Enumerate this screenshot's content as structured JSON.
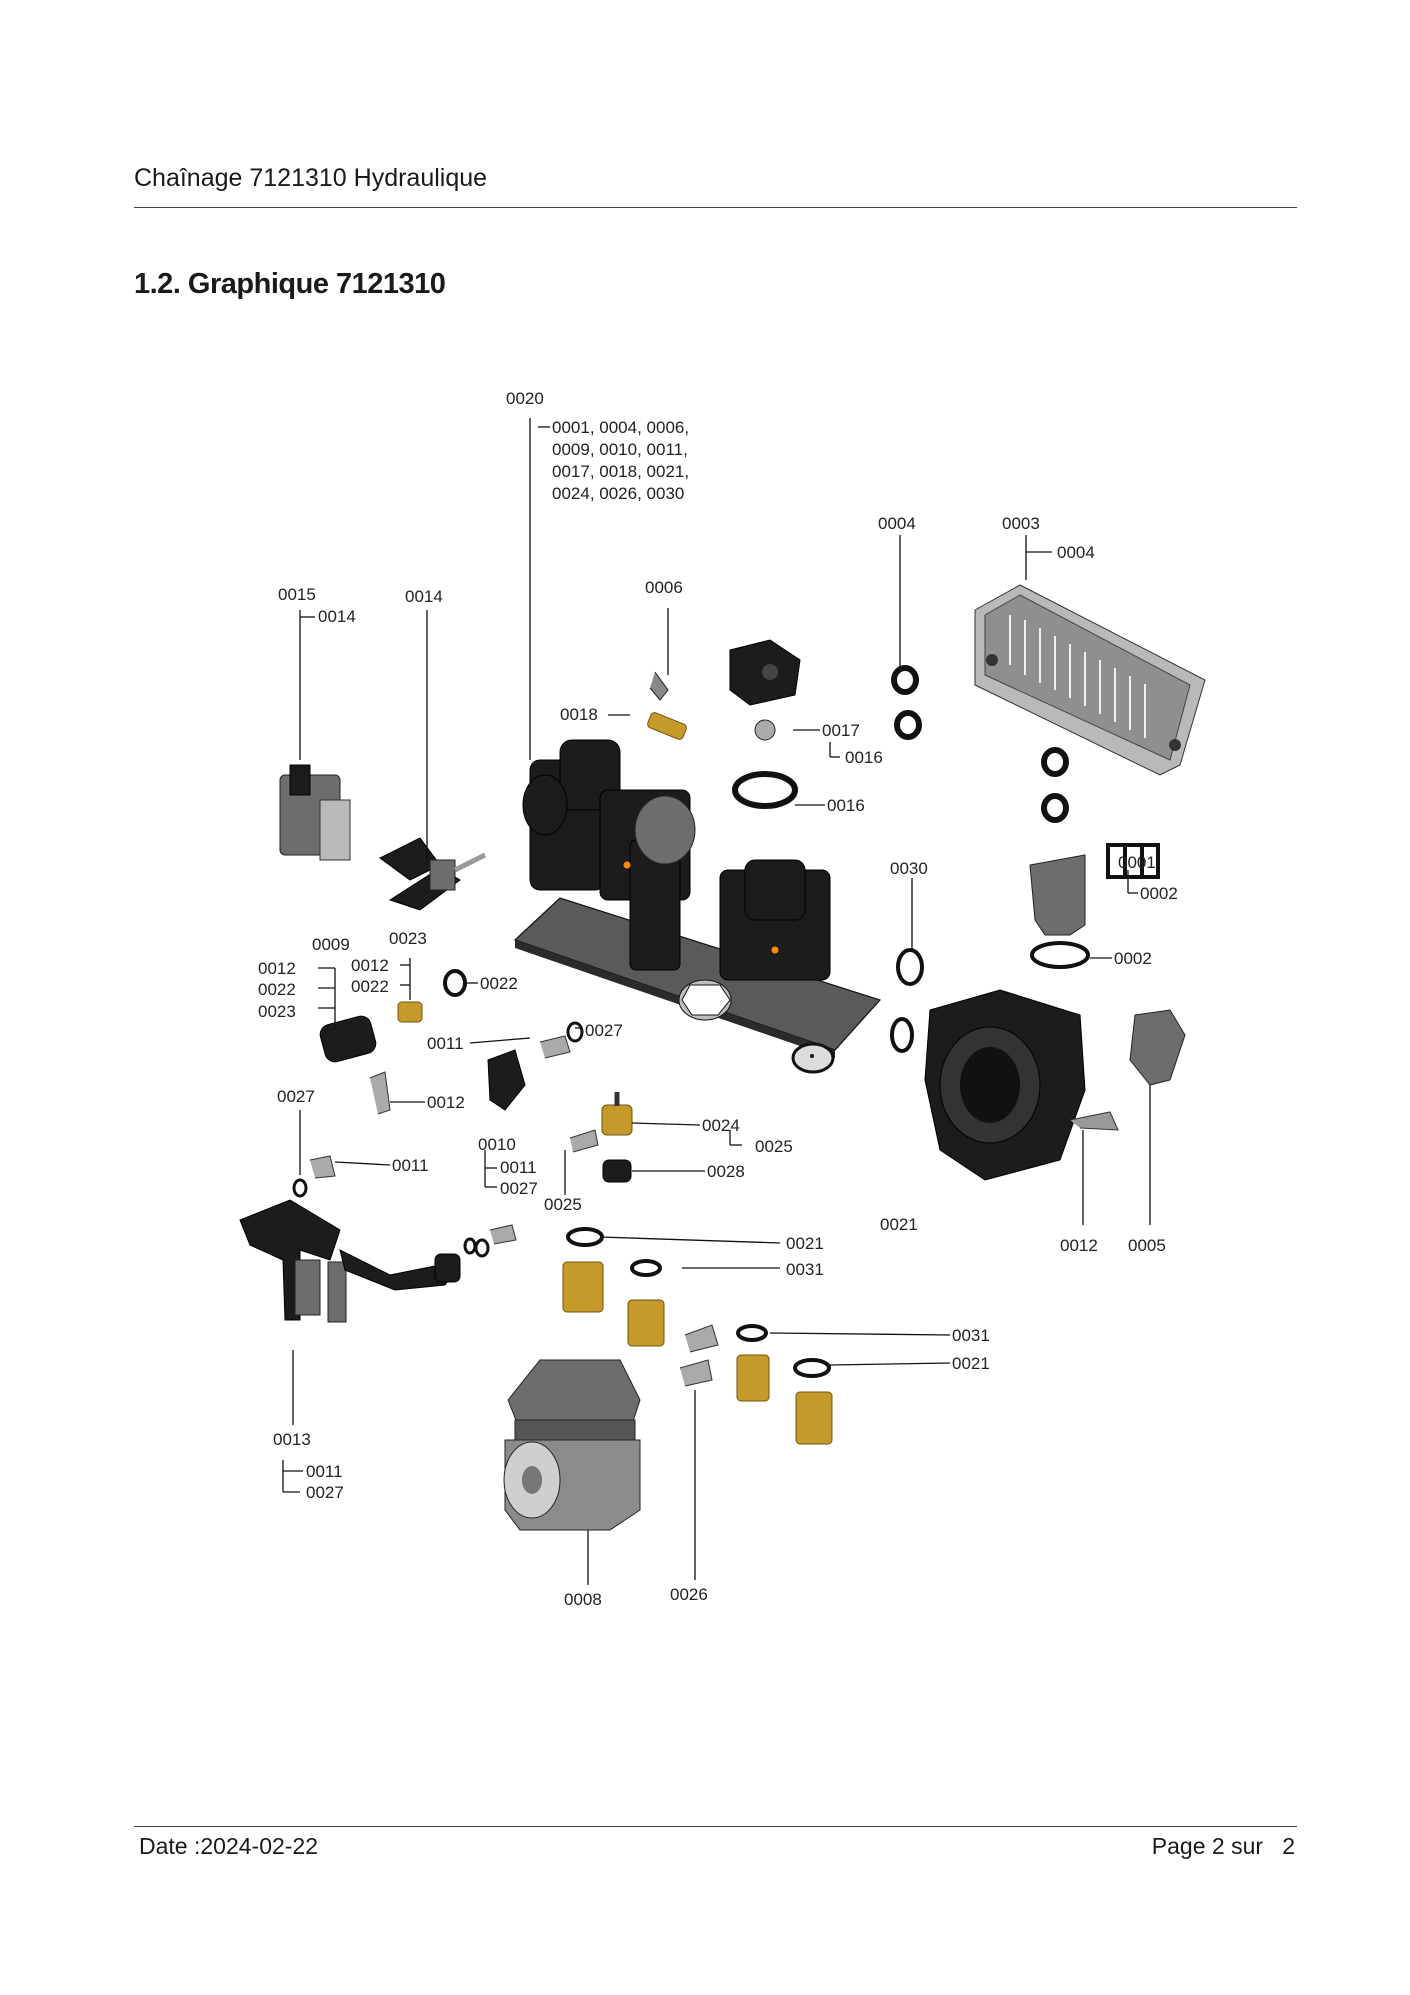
{
  "header": {
    "title": "Chaînage 7121310 Hydraulique"
  },
  "section": {
    "title": "1.2. Graphique 7121310"
  },
  "diagram": {
    "labels": {
      "p0020": "0020",
      "group1_l1": "0001, 0004, 0006,",
      "group1_l2": "0009, 0010, 0011,",
      "group1_l3": "0017, 0018, 0021,",
      "group1_l4": "0024, 0026, 0030",
      "p0004_top": "0004",
      "p0003": "0003",
      "p0004_exch": "0004",
      "p0015": "0015",
      "p0014_sub": "0014",
      "p0014": "0014",
      "p0006": "0006",
      "p0018": "0018",
      "p0017": "0017",
      "p0016_a": "0016",
      "p0016_b": "0016",
      "p0030": "0030",
      "p0001": "0001",
      "p0002_a": "0002",
      "p0002_b": "0002",
      "p0009": "0009",
      "p0023": "0023",
      "p0012_l": "0012",
      "p0022_l": "0022",
      "p0023_l": "0023",
      "p0012_m": "0012",
      "p0022_m": "0022",
      "p0022_r": "0022",
      "p0011_a": "0011",
      "p0027_a": "0027",
      "p0027_b": "0027",
      "p0012_c": "0012",
      "p0010": "0010",
      "p0011_b": "0011",
      "p0027_c": "0027",
      "p0011_c": "0011",
      "p0024": "0024",
      "p0025_a": "0025",
      "p0028": "0028",
      "p0025_b": "0025",
      "p0021_a": "0021",
      "p0012_r": "0012",
      "p0005": "0005",
      "p0021_b": "0021",
      "p0031_a": "0031",
      "p0031_b": "0031",
      "p0021_c": "0021",
      "p0013": "0013",
      "p0011_d": "0011",
      "p0027_d": "0027",
      "p0008": "0008",
      "p0026": "0026"
    }
  },
  "footer": {
    "date": "Date :2024-02-22",
    "page": "Page 2 sur   2"
  }
}
